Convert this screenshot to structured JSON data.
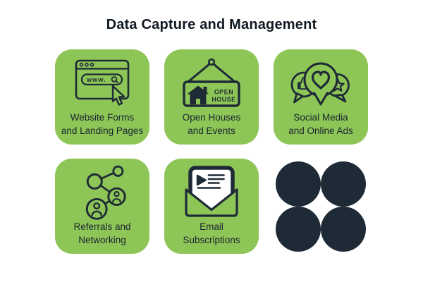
{
  "page": {
    "title": "Data Capture and Management"
  },
  "colors": {
    "tile_green": "#8dc656",
    "icon_dark": "#1e2a36",
    "label_text": "#1b2431",
    "background": "#ffffff"
  },
  "tiles": [
    {
      "name": "website-forms",
      "icon": "browser-window-icon",
      "label_lines": [
        "Website Forms",
        "and Landing Pages"
      ],
      "icon_text": {
        "url": "www."
      }
    },
    {
      "name": "open-houses",
      "icon": "open-house-sign-icon",
      "label_lines": [
        "Open Houses",
        "and Events"
      ],
      "icon_text": {
        "sign_line1": "OPEN",
        "sign_line2": "HOUSE"
      }
    },
    {
      "name": "social-media",
      "icon": "social-bubbles-icon",
      "label_lines": [
        "Social Media",
        "and Online Ads"
      ]
    },
    {
      "name": "referrals",
      "icon": "network-people-icon",
      "label_lines": [
        "Referrals and",
        "Networking"
      ]
    },
    {
      "name": "email-subscriptions",
      "icon": "email-newsletter-icon",
      "label_lines": [
        "Email",
        "Subscriptions"
      ]
    }
  ],
  "decoration": {
    "name": "four-dots",
    "dot_count": 4
  }
}
